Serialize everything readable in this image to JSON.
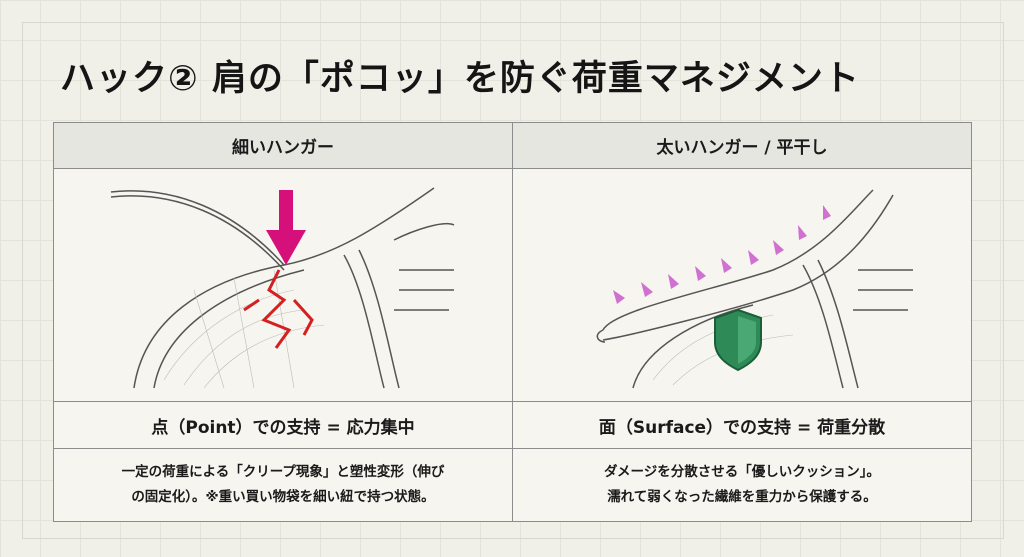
{
  "title": "ハック② 肩の「ポコッ」を防ぐ荷重マネジメント",
  "columns": [
    {
      "header": "細いハンガー",
      "caption": "点（Point）での支持 = 応力集中",
      "description_lines": [
        "一定の荷重による「クリープ現象」と塑性変形（伸び",
        "の固定化）。※重い買い物袋を細い紐で持つ状態。"
      ],
      "accent": "#d6107a"
    },
    {
      "header": "太いハンガー / 平干し",
      "caption": "面（Surface）での支持 = 荷重分散",
      "description_lines": [
        "ダメージを分散させる「優しいクッション」。",
        "濡れて弱くなった繊維を重力から保護する。"
      ],
      "accent": "#2e8b57"
    }
  ]
}
